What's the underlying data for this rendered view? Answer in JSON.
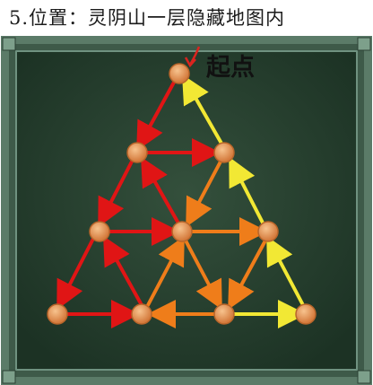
{
  "caption": "5.位置：灵阴山一层隐藏地图内",
  "start_label": "起点",
  "colors": {
    "board_frame": "#4e6d5c",
    "board_bg": "#26412f",
    "node": "#e8965a",
    "red": "#e01515",
    "orange": "#ef7d1a",
    "yellow": "#f2e834",
    "pointer": "#d9241f"
  },
  "puzzle": {
    "node_count": 10,
    "rows": 4
  }
}
